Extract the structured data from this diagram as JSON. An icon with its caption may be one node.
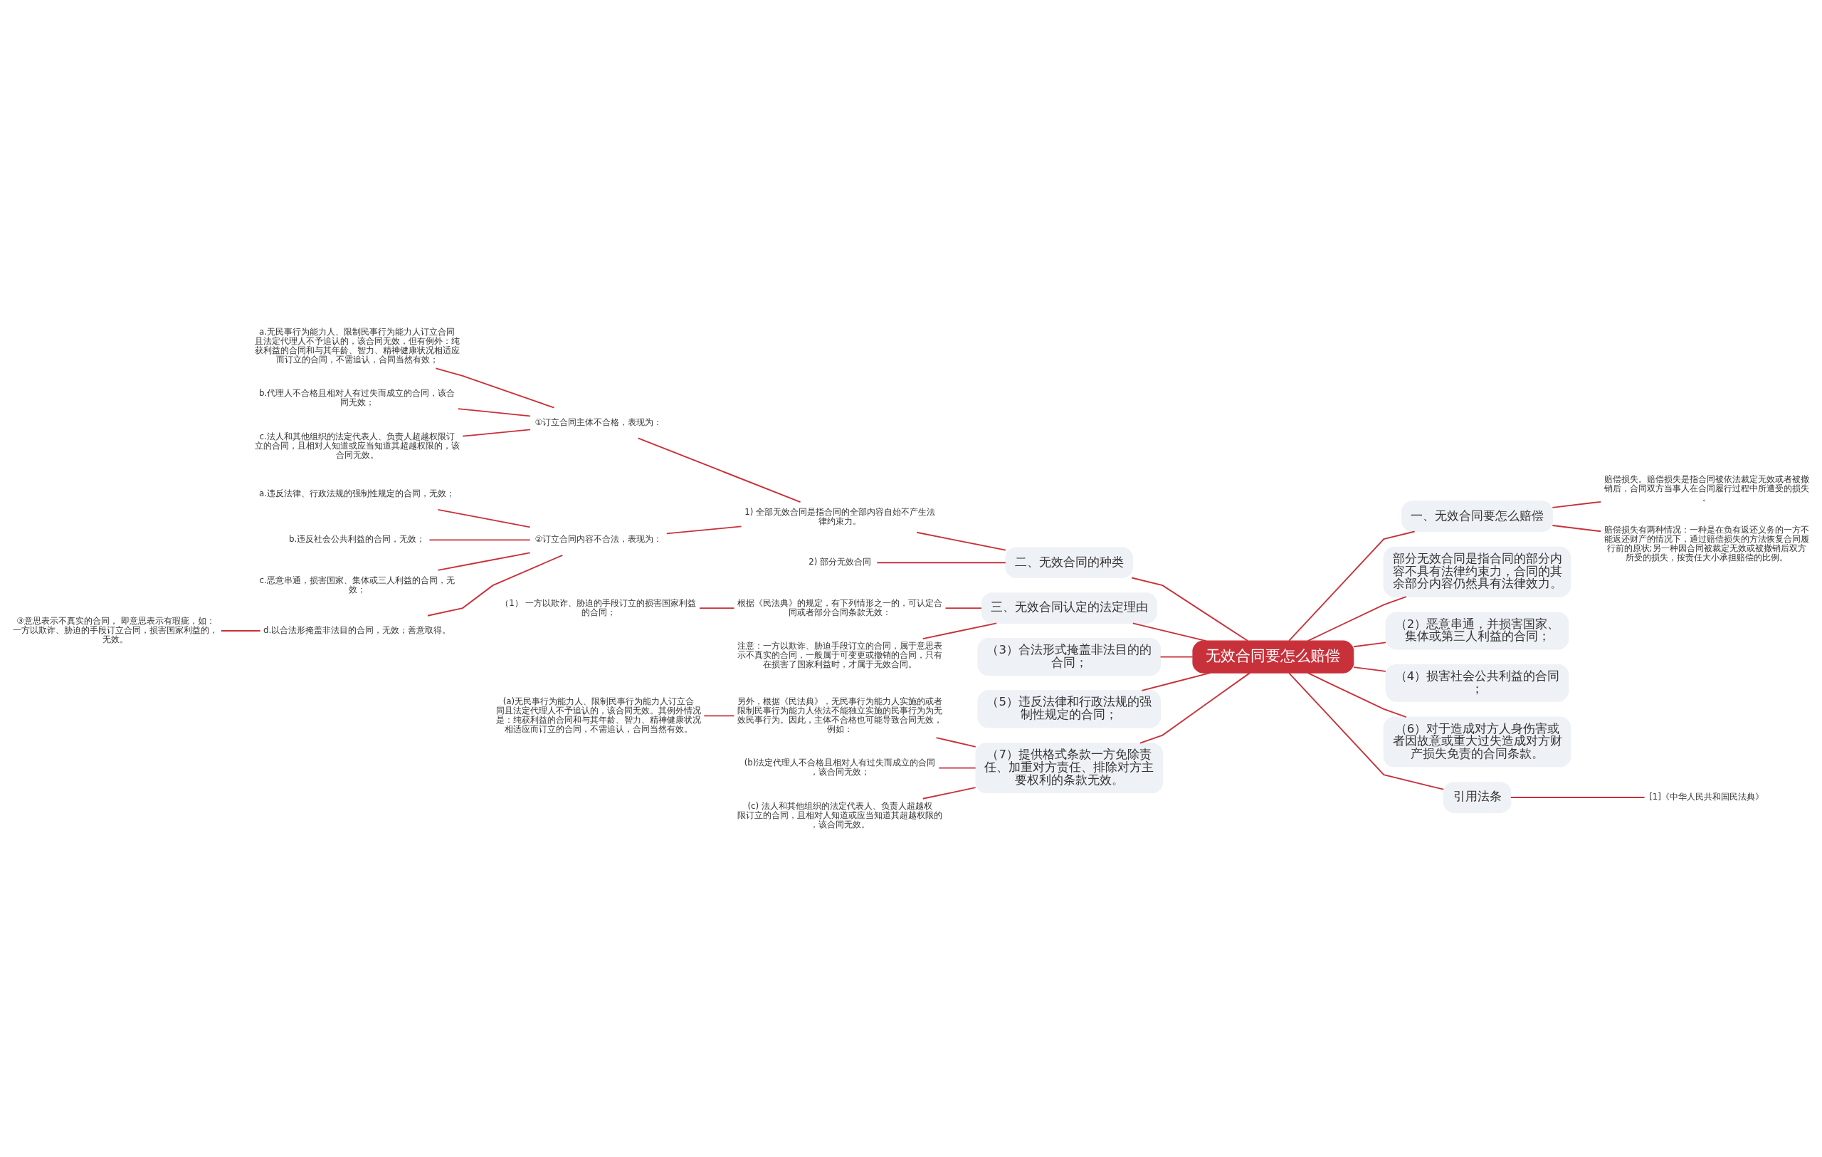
{
  "diagram": {
    "nodes": [
      {
        "text": [
          "无效合同要怎么赔偿"
        ]
      },
      {
        "text": [
          "一、无效合同要怎么赔偿"
        ]
      },
      {
        "text": [
          "赔偿损失。赔偿损失是指合同被依法裁定无效或者被撤销后，合同双方当事人在合同履行过程中所遭受的损失。"
        ]
      },
      {
        "text": [
          "赔偿损失有两种情况：一种是在负有返还义务的一方不能返还财产的情况下，通过赔偿损失的方法恢复合同履行前的原状;另一种因合同被裁定无效或被撤销后双方所受的损失，按责任大小承担赔偿的比例。"
        ]
      },
      {
        "text": [
          "部分无效合同是指合同的部分内容不具有法律约束力，合同的其余部分内容仍然具有法律效力。"
        ]
      },
      {
        "text": [
          "（2）恶意串通，并损害国家、集体或第三人利益的合同；"
        ]
      },
      {
        "text": [
          "（4）损害社会公共利益的合同；"
        ]
      },
      {
        "text": [
          "（6）对于造成对方人身伤害或者因故意或重大过失造成对方财产损失免责的合同条款。"
        ]
      },
      {
        "text": [
          "引用法条"
        ]
      },
      {
        "text": [
          "[1]《中华人民共和国民法典》"
        ]
      },
      {
        "text": [
          "二、无效合同的种类"
        ]
      },
      {
        "text": [
          "1) 全部无效合同是指合同的全部内容自始不产生法律约束力。"
        ]
      },
      {
        "text": [
          "①订立合同主体不合格，表现为："
        ]
      },
      {
        "text": [
          "a.无民事行为能力人、限制民事行为能力人订立合同且法定代理人不予追认的，该合同无效，但有例外：纯获利益的合同和与其年龄、智力、精神健康状况相适应而订立的合同，不需追认，合同当然有效；"
        ]
      },
      {
        "text": [
          "b.代理人不合格且相对人有过失而成立的合同，该合同无效；"
        ]
      },
      {
        "text": [
          "c.法人和其他组织的法定代表人、负责人超越权限订立的合同，且相对人知道或应当知道其超越权限的，该合同无效。"
        ]
      },
      {
        "text": [
          "②订立合同内容不合法，表现为："
        ]
      },
      {
        "text": [
          "a.违反法律、行政法规的强制性规定的合同，无效；"
        ]
      },
      {
        "text": [
          "b.违反社会公共利益的合同，无效；"
        ]
      },
      {
        "text": [
          "c.恶意串通，损害国家、集体或三人利益的合同，无效；"
        ]
      },
      {
        "text": [
          "d.以合法形掩盖非法目的合同，无效；善意取得。"
        ]
      },
      {
        "text": [
          "③意思表示不真实的合同， 即意思表示有瑕疵，如：一方以欺诈、胁迫的手段订立合同，损害国家利益的，无效。"
        ]
      },
      {
        "text": [
          "2) 部分无效合同"
        ]
      },
      {
        "text": [
          "三、无效合同认定的法定理由"
        ]
      },
      {
        "text": [
          "根据《民法典》的规定，有下列情形之一的，可认定合同或者部分合同条款无效："
        ]
      },
      {
        "text": [
          "（1） 一方以欺诈、胁迫的手段订立的损害国家利益的合同；"
        ]
      },
      {
        "text": [
          "注意：一方以欺诈、胁迫手段订立的合同，属于意思表示不真实的合同，一般属于可变更或撤销的合同，只有在损害了国家利益时，才属于无效合同。"
        ]
      },
      {
        "text": [
          "（3）合法形式掩盖非法目的的合同；"
        ]
      },
      {
        "text": [
          "（5）违反法律和行政法规的强制性规定的合同；"
        ]
      },
      {
        "text": [
          "（7）提供格式条款一方免除责任、加重对方责任、排除对方主要权利的条款无效。"
        ]
      },
      {
        "text": [
          "另外，根据《民法典》，无民事行为能力人实施的或者限制民事行为能力人依法不能独立实施的民事行为为无效民事行为。因此，主体不合格也可能导致合同无效，例如："
        ]
      },
      {
        "text": [
          "(a)无民事行为能力人、限制民事行为能力人订立合同且法定代理人不予追认的，该合同无效。其例外情况是：纯获利益的合同和与其年龄、智力、精神健康状况相适应而订立的合同，不需追认，合同当然有效。"
        ]
      },
      {
        "text": [
          "(b)法定代理人不合格且相对人有过失而成立的合同，该合同无效；"
        ]
      },
      {
        "text": [
          "(c) 法人和其他组织的法定代表人、负责人超越权限订立的合同，且相对人知道或应当知道其超越权限的，该合同无效。"
        ]
      }
    ],
    "edges": [
      {
        "from": 0,
        "to": 1,
        "arrow": "none"
      },
      {
        "from": 1,
        "to": 2,
        "arrow": "none"
      },
      {
        "from": 1,
        "to": 3,
        "arrow": "none"
      },
      {
        "from": 0,
        "to": 4,
        "arrow": "none"
      },
      {
        "from": 0,
        "to": 5,
        "arrow": "none"
      },
      {
        "from": 0,
        "to": 6,
        "arrow": "none"
      },
      {
        "from": 0,
        "to": 7,
        "arrow": "none"
      },
      {
        "from": 0,
        "to": 8,
        "arrow": "none"
      },
      {
        "from": 8,
        "to": 9,
        "arrow": "none"
      },
      {
        "from": 0,
        "to": 10,
        "arrow": "none"
      },
      {
        "from": 10,
        "to": 11,
        "arrow": "none"
      },
      {
        "from": 11,
        "to": 12,
        "arrow": "none"
      },
      {
        "from": 12,
        "to": 13,
        "arrow": "none"
      },
      {
        "from": 12,
        "to": 14,
        "arrow": "none"
      },
      {
        "from": 12,
        "to": 15,
        "arrow": "none"
      },
      {
        "from": 11,
        "to": 16,
        "arrow": "none"
      },
      {
        "from": 16,
        "to": 17,
        "arrow": "none"
      },
      {
        "from": 16,
        "to": 18,
        "arrow": "none"
      },
      {
        "from": 16,
        "to": 19,
        "arrow": "none"
      },
      {
        "from": 16,
        "to": 20,
        "arrow": "none"
      },
      {
        "from": 20,
        "to": 21,
        "arrow": "none"
      },
      {
        "from": 10,
        "to": 22,
        "arrow": "none"
      },
      {
        "from": 0,
        "to": 23,
        "arrow": "none"
      },
      {
        "from": 23,
        "to": 24,
        "arrow": "none"
      },
      {
        "from": 24,
        "to": 25,
        "arrow": "none"
      },
      {
        "from": 23,
        "to": 26,
        "arrow": "none"
      },
      {
        "from": 0,
        "to": 27,
        "arrow": "none"
      },
      {
        "from": 0,
        "to": 28,
        "arrow": "none"
      },
      {
        "from": 0,
        "to": 29,
        "arrow": "none"
      },
      {
        "from": 29,
        "to": 30,
        "arrow": "none"
      },
      {
        "from": 30,
        "to": 31,
        "arrow": "none"
      },
      {
        "from": 29,
        "to": 32,
        "arrow": "none"
      },
      {
        "from": 29,
        "to": 33,
        "arrow": "none"
      }
    ]
  }
}
